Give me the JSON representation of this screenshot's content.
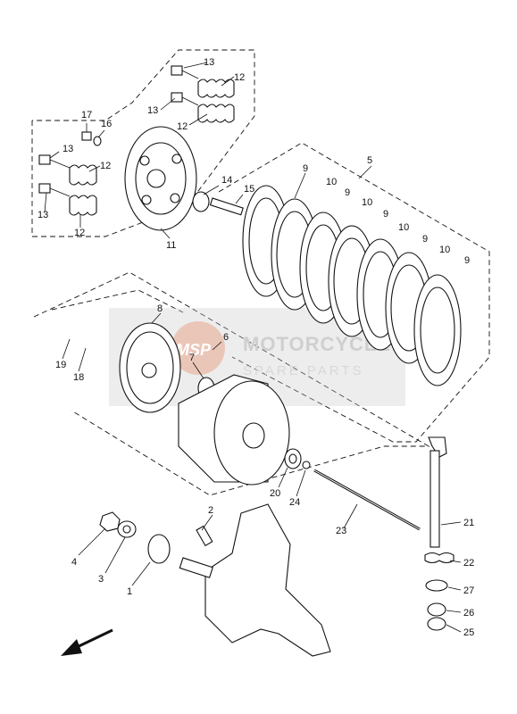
{
  "callouts": {
    "n1": "1",
    "n2": "2",
    "n3": "3",
    "n4": "4",
    "n5": "5",
    "n6": "6",
    "n7": "7",
    "n8": "8",
    "n9": "9",
    "n10": "10",
    "n11": "11",
    "n12": "12",
    "n13": "13",
    "n14": "14",
    "n15": "15",
    "n16": "16",
    "n17": "17",
    "n18": "18",
    "n19": "19",
    "n20": "20",
    "n21": "21",
    "n22": "22",
    "n23": "23",
    "n24": "24",
    "n25": "25",
    "n26": "26",
    "n27": "27"
  },
  "watermark": {
    "title": "MOTORCYCLE",
    "subtitle": "SPARE PARTS",
    "logo": "MSP"
  },
  "colors": {
    "watermark_band": "#cccccc",
    "logo_accent": "#e8a58c",
    "line": "#111111"
  },
  "icons": {
    "direction_arrow": "front-direction-arrow-icon"
  }
}
